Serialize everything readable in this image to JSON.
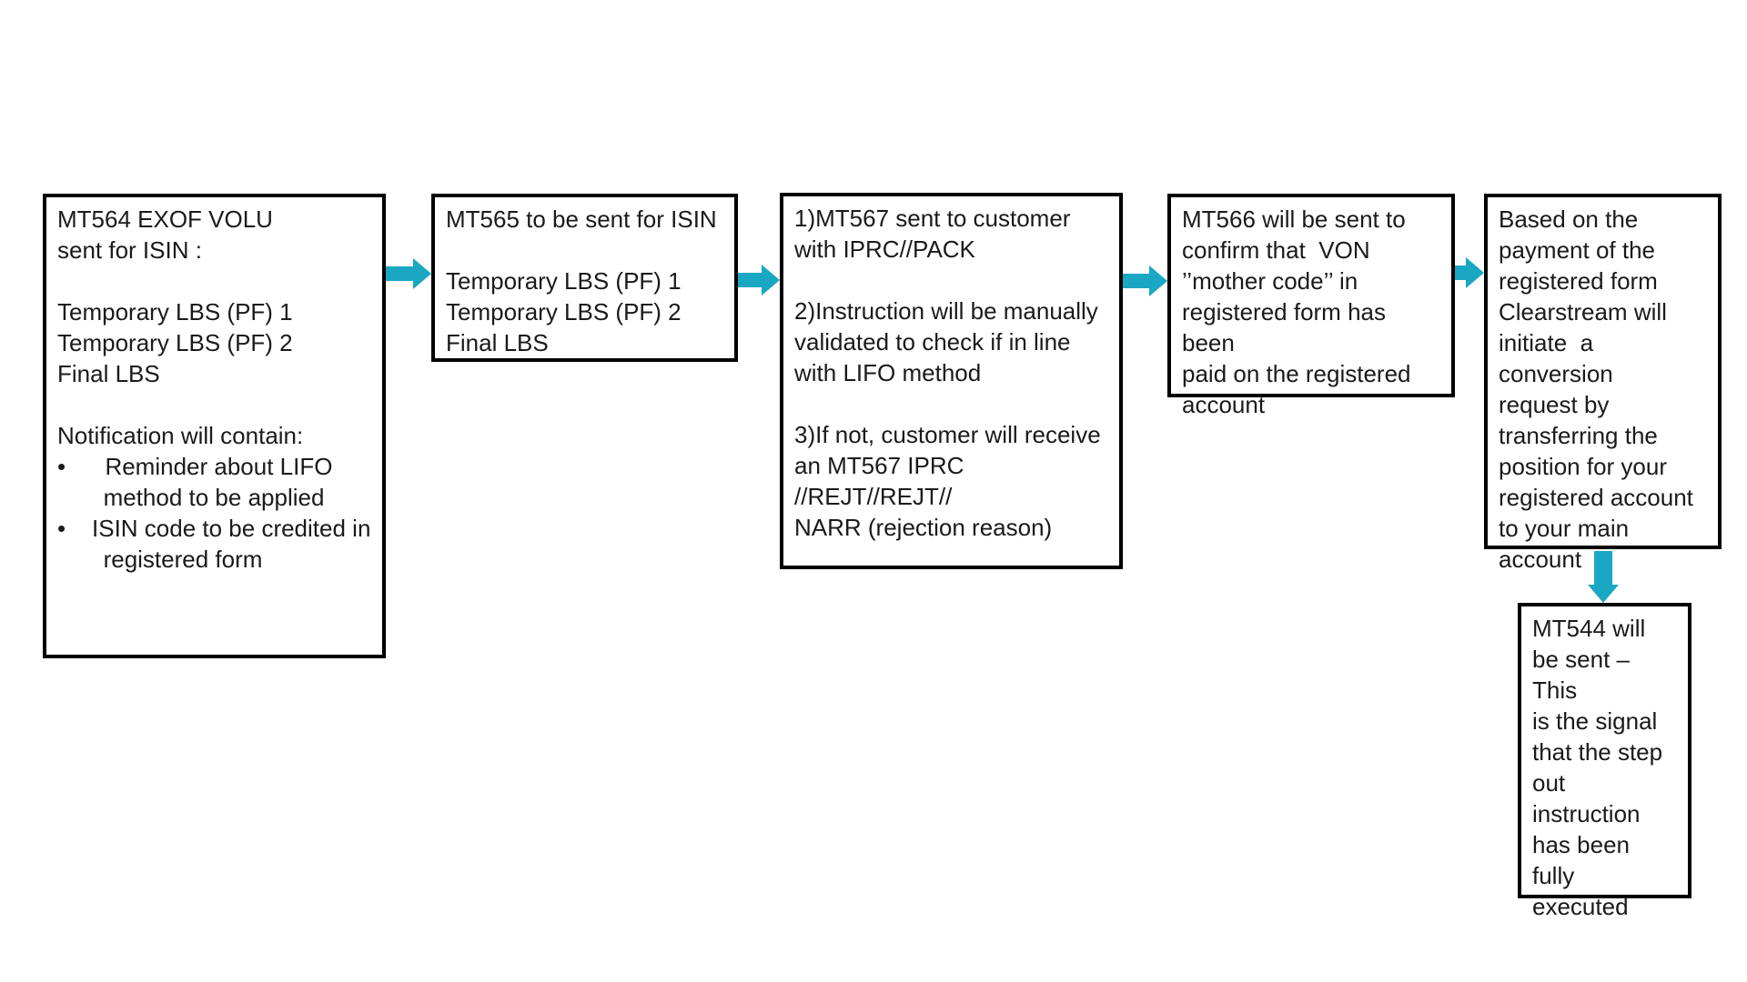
{
  "colors": {
    "arrow": "#1AA7C4",
    "box_border": "#000000",
    "text": "#1A1A1A",
    "background": "#FFFFFF"
  },
  "flow": {
    "boxes": [
      {
        "id": "mt564-notification",
        "text": "MT564 EXOF VOLU\nsent for ISIN :\n\nTemporary LBS (PF) 1\nTemporary LBS (PF) 2\nFinal LBS\n\nNotification will contain:\n•      Reminder about LIFO\n       method to be applied\n•    ISIN code to be credited in\n       registered form"
      },
      {
        "id": "mt565-instruction",
        "text": "MT565 to be sent for ISIN\n\nTemporary LBS (PF) 1\nTemporary LBS (PF) 2\nFinal LBS"
      },
      {
        "id": "mt567-validation",
        "text": "1)MT567 sent to customer\nwith IPRC//PACK\n\n2)Instruction will be manually\nvalidated to check if in line\nwith LIFO method\n\n3)If not, customer will receive\nan MT567 IPRC //REJT//REJT//\nNARR (rejection reason)"
      },
      {
        "id": "mt566-confirmation",
        "text": "MT566 will be sent to\nconfirm that  VON\n’’mother code’’ in\nregistered form has been\npaid on the registered\naccount"
      },
      {
        "id": "conversion-request",
        "text": "Based on the\npayment of the\nregistered form\nClearstream will\ninitiate  a conversion\nrequest by\ntransferring the\nposition for your\nregistered account\nto your main\naccount"
      },
      {
        "id": "mt544-execution",
        "text": "MT544 will\nbe sent – This\nis the signal\nthat the step\nout\ninstruction\nhas been\nfully\nexecuted"
      }
    ]
  }
}
